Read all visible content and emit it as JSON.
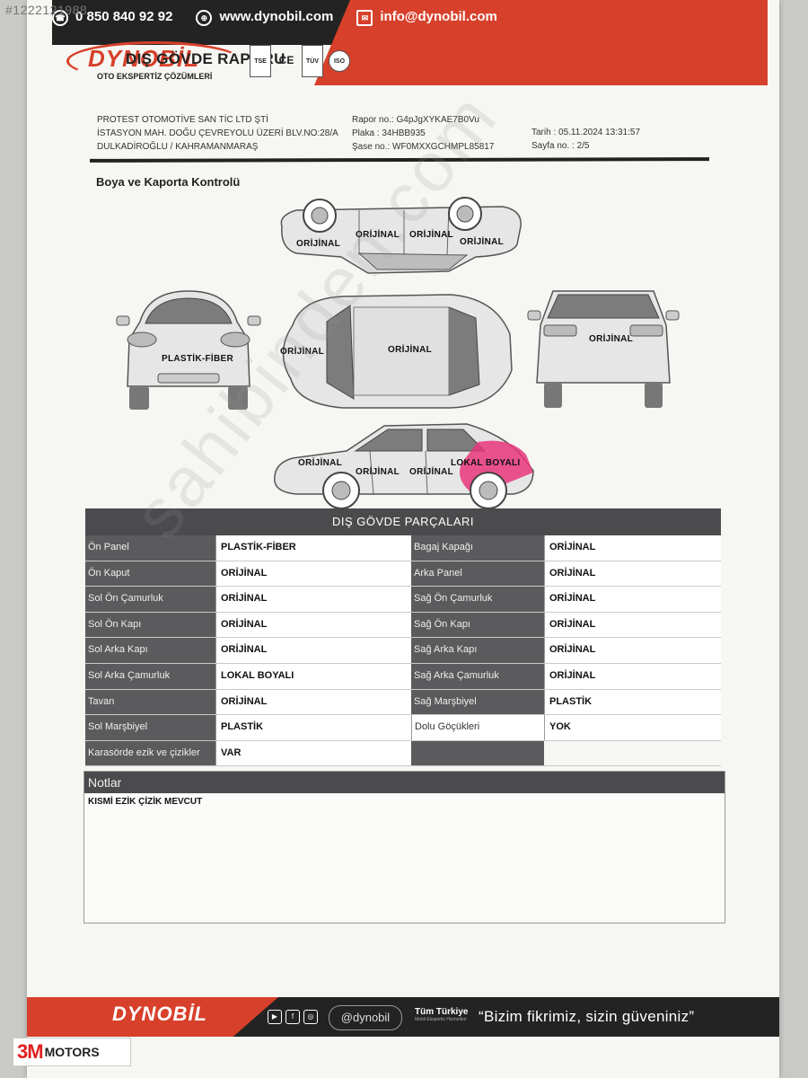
{
  "listing_id": "#1222121988",
  "header": {
    "phone": "0 850 840 92 92",
    "website": "www.dynobil.com",
    "email": "info@dynobil.com",
    "brand": "DYNOBİL",
    "report_title": "DIŞ GÖVDE RAPORU",
    "tagline": "OTO EKSPERTİZ ÇÖZÜMLERİ",
    "certs": [
      "TSE",
      "CE",
      "TÜV",
      "ISO"
    ]
  },
  "company": {
    "line1": "PROTEST OTOMOTİVE SAN TİC LTD ŞTİ",
    "line2": "İSTASYON MAH. DOĞU ÇEVREYOLU ÜZERİ BLV.NO:28/A",
    "line3": "DULKADİROĞLU / KAHRAMANMARAŞ"
  },
  "report": {
    "report_no": "Rapor no.: G4pJgXYKAE7B0Vu",
    "plate": "Plaka : 34HBB935",
    "chassis": "Şase no.: WF0MXXGCHMPL85817",
    "date": "Tarih : 05.11.2024 13:31:57",
    "page": "Sayfa no. : 2/5"
  },
  "section_title": "Boya ve Kaporta Kontrolü",
  "diagram_labels": {
    "top_left": "ORİJİNAL",
    "top_door1": "ORİJİNAL",
    "top_door2": "ORİJİNAL",
    "top_right": "ORİJİNAL",
    "front": "PLASTİK-FİBER",
    "hood": "ORİJİNAL",
    "roof": "ORİJİNAL",
    "rear": "ORİJİNAL",
    "side_front": "ORİJİNAL",
    "side_door1": "ORİJİNAL",
    "side_door2": "ORİJİNAL",
    "side_rear": "LOKAL BOYALI"
  },
  "parts_table": {
    "title": "DIŞ GÖVDE PARÇALARI",
    "rows": [
      {
        "left_label": "Ön Panel",
        "left_value": "PLASTİK-FİBER",
        "right_label": "Bagaj Kapağı",
        "right_value": "ORİJİNAL"
      },
      {
        "left_label": "Ön Kaput",
        "left_value": "ORİJİNAL",
        "right_label": "Arka Panel",
        "right_value": "ORİJİNAL"
      },
      {
        "left_label": "Sol Ön Çamurluk",
        "left_value": "ORİJİNAL",
        "right_label": "Sağ Ön Çamurluk",
        "right_value": "ORİJİNAL"
      },
      {
        "left_label": "Sol Ön Kapı",
        "left_value": "ORİJİNAL",
        "right_label": "Sağ Ön Kapı",
        "right_value": "ORİJİNAL"
      },
      {
        "left_label": "Sol Arka Kapı",
        "left_value": "ORİJİNAL",
        "right_label": "Sağ Arka Kapı",
        "right_value": "ORİJİNAL"
      },
      {
        "left_label": "Sol Arka Çamurluk",
        "left_value": "LOKAL BOYALI",
        "right_label": "Sağ Arka Çamurluk",
        "right_value": "ORİJİNAL"
      },
      {
        "left_label": "Tavan",
        "left_value": "ORİJİNAL",
        "right_label": "Sağ Marşbiyel",
        "right_value": "PLASTİK"
      },
      {
        "left_label": "Sol Marşbiyel",
        "left_value": "PLASTİK",
        "right_label": "Dolu Göçükleri",
        "right_value": "YOK"
      },
      {
        "left_label": "Karasörde ezik ve çizikler",
        "left_value": "VAR",
        "right_label": "",
        "right_value": ""
      }
    ]
  },
  "notes": {
    "title": "Notlar",
    "text": "KISMİ EZİK ÇİZİK MEVCUT"
  },
  "footer": {
    "brand": "DYNOBİL",
    "handle": "@dynobil",
    "coverage": "Tüm Türkiye",
    "coverage_sub": "Mobil Ekspertiz Hizmetleri",
    "slogan": "“Bizim fikrimiz, sizin güveniniz”"
  },
  "watermark": "sahibinden.com",
  "dealer_logo": {
    "part1": "3M",
    "part2": "MOTORS"
  },
  "colors": {
    "accent": "#d7402a",
    "dark": "#232323",
    "table_label": "#5b5b5d",
    "highlight": "#e8367a"
  }
}
